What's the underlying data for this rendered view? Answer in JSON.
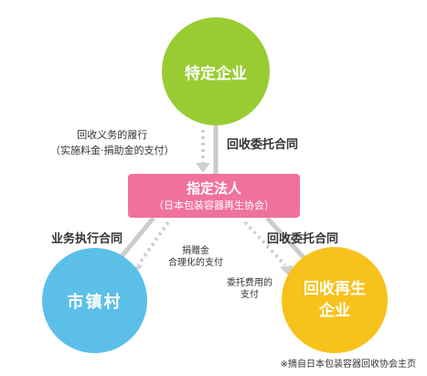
{
  "nodes": {
    "top": "特定企业",
    "left": "市镇村",
    "right_line1": "回收再生",
    "right_line2": "企业"
  },
  "center": {
    "title": "指定法人",
    "subtitle": "（日本包装容器再生协会）"
  },
  "labels": {
    "obligation_line1": "回收义务的履行",
    "obligation_line2": "（实施料金·捐助金的支付）",
    "top_right": "回收委托合同",
    "left": "业务执行合同",
    "right": "回收委托合同",
    "donation_line1": "捐赠金",
    "donation_line2": "合理化的支付",
    "fee_line1": "委托费用的",
    "fee_line2": "支付"
  },
  "source": "※摘自日本包装容器回收协会主页",
  "colors": {
    "top_node": "#99cc33",
    "left_node": "#5bbfe8",
    "right_node": "#f7c21b",
    "center_box": "#f0729b",
    "solid_arrow": "#cccccc",
    "dotted_arrow": "#d0d0d0"
  }
}
